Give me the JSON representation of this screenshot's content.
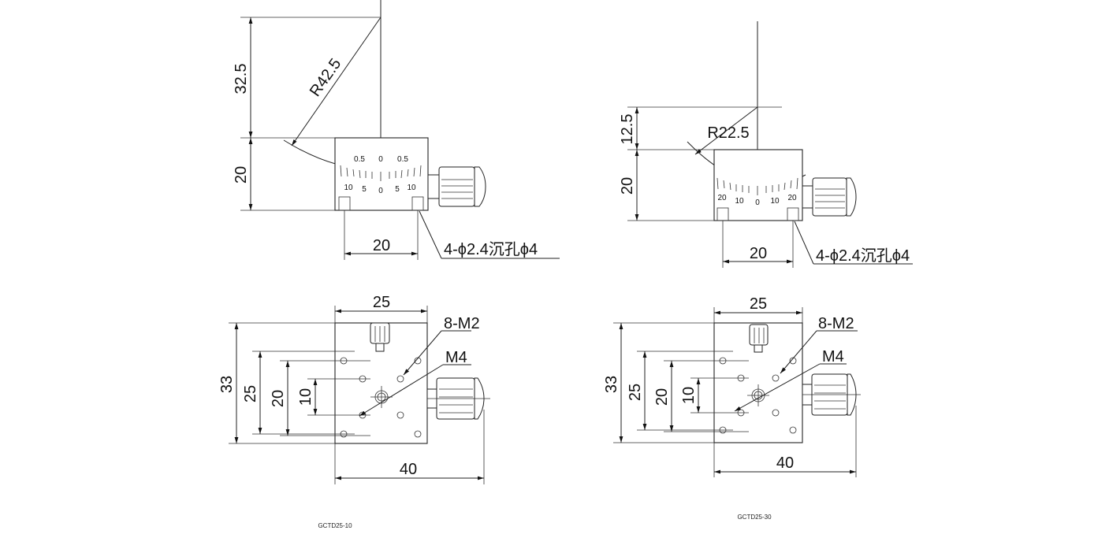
{
  "left": {
    "model": "GCTD25-10",
    "front_view": {
      "height_top": "32.5",
      "radius": "R42.5",
      "height_body": "20",
      "hole_spacing": "20",
      "hole_note": "4-ϕ2.4沉孔ϕ4",
      "scale_upper": [
        "0.5",
        "0",
        "0.5"
      ],
      "scale_lower": [
        "10",
        "5",
        "0",
        "5",
        "10"
      ]
    },
    "top_view": {
      "width_top": "25",
      "thread_note": "8-M2",
      "center_note": "M4",
      "h33": "33",
      "h25": "25",
      "h20": "20",
      "h10": "10",
      "width_bottom": "40"
    }
  },
  "right": {
    "model": "GCTD25-30",
    "front_view": {
      "height_top": "12.5",
      "radius": "R22.5",
      "height_body": "20",
      "hole_spacing": "20",
      "hole_note": "4-ϕ2.4沉孔ϕ4",
      "scale_lower": [
        "20",
        "10",
        "0",
        "10",
        "20"
      ]
    },
    "top_view": {
      "width_top": "25",
      "thread_note": "8-M2",
      "center_note": "M4",
      "h33": "33",
      "h25": "25",
      "h20": "20",
      "h10": "10",
      "width_bottom": "40"
    }
  }
}
